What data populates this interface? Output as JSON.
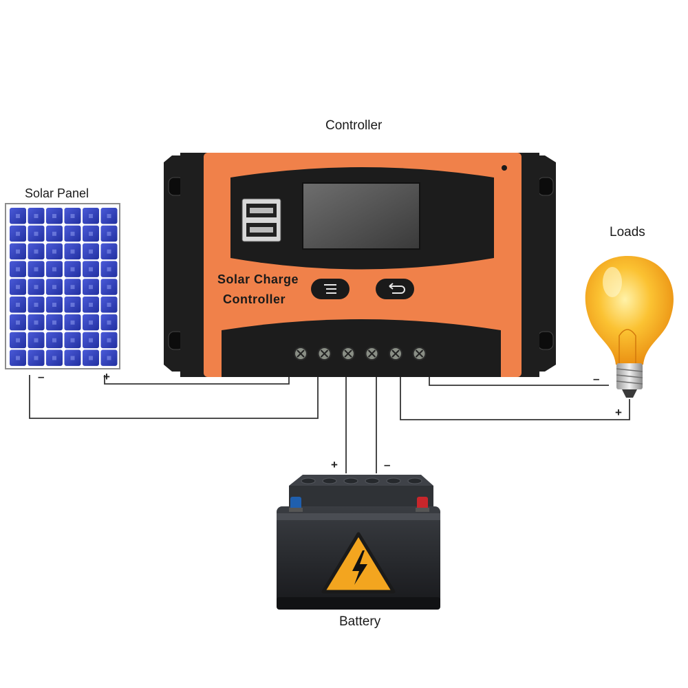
{
  "labels": {
    "controller": "Controller",
    "solar_panel": "Solar Panel",
    "loads": "Loads",
    "battery": "Battery"
  },
  "device": {
    "name_line1": "Solar Charge",
    "name_line2": "Controller",
    "buttons": [
      "menu-icon",
      "return-icon"
    ],
    "terminal_count": 6,
    "usb_ports": 2
  },
  "polarity": {
    "panel_minus": "–",
    "panel_plus": "+",
    "battery_plus": "+",
    "battery_minus": "–",
    "load_minus": "–",
    "load_plus": "+"
  },
  "colors": {
    "housing_orange": "#f0814a",
    "housing_black": "#1e1e1e",
    "panel_blue": "#2f3fb8",
    "bulb_yellow": "#f7b21e",
    "battery_body": "#2a2c30",
    "warning_yellow": "#f3a51f",
    "terminal_red": "#c8262b",
    "terminal_blue": "#1f5fae"
  }
}
